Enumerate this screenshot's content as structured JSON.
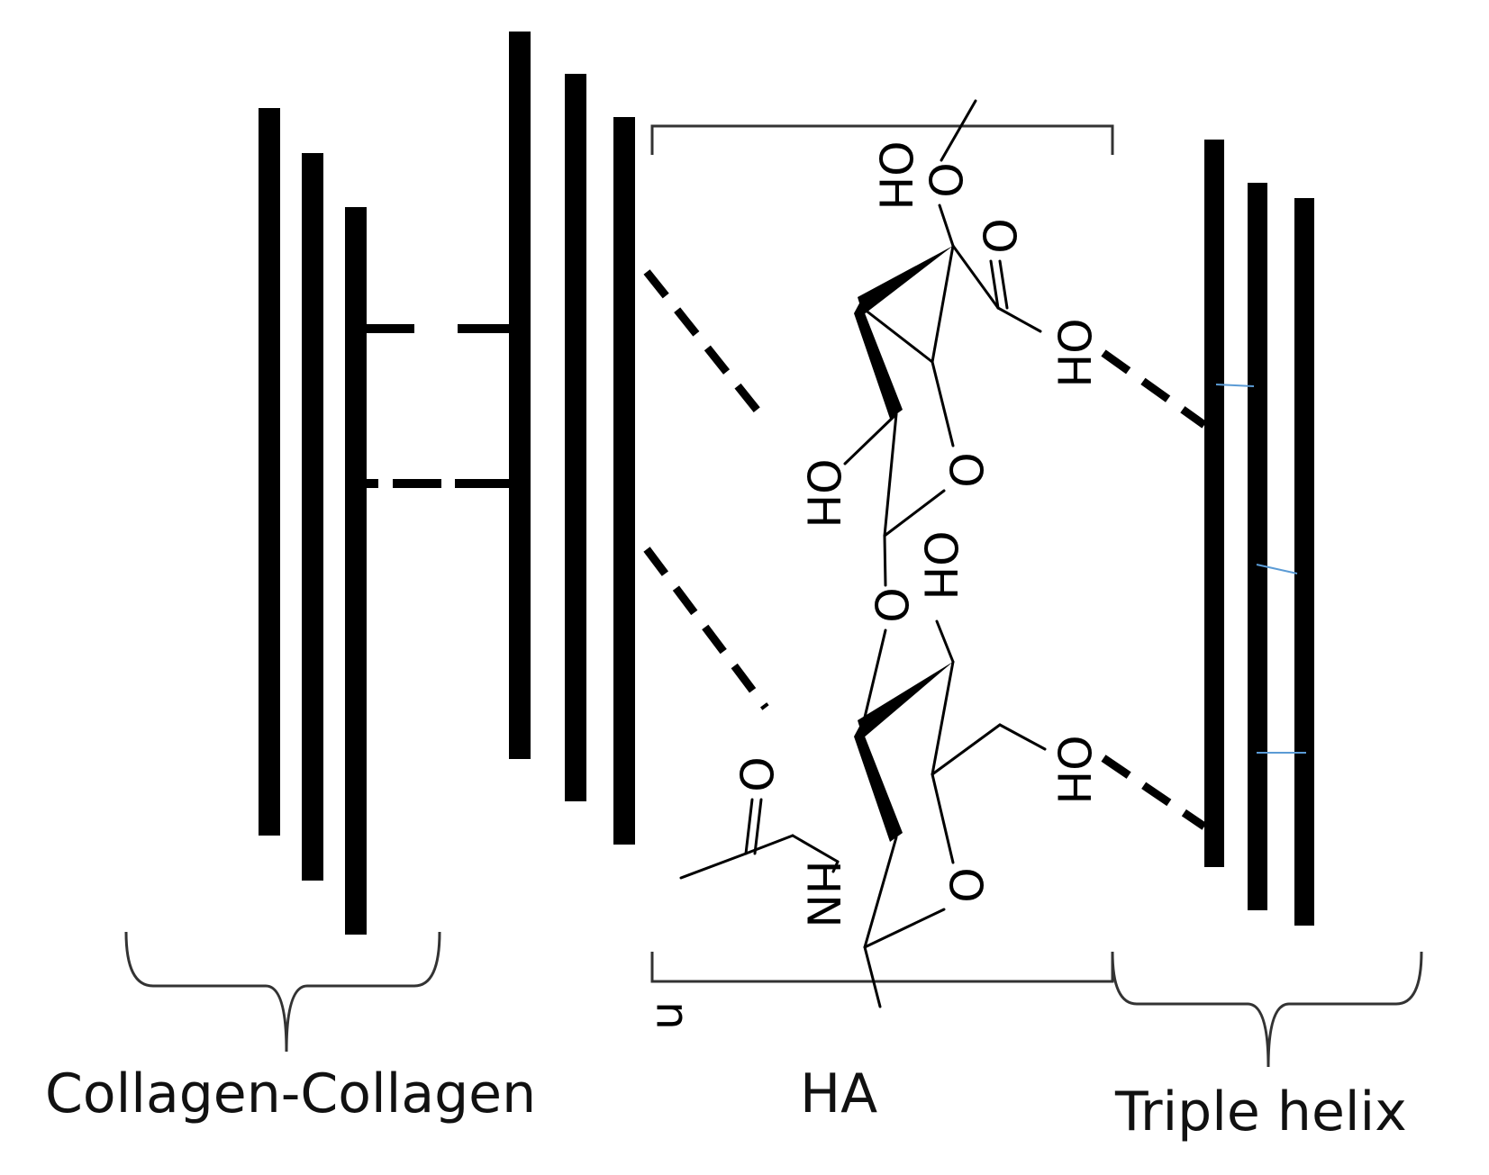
{
  "captions": {
    "collagen_collagen": "Collagen-Collagen",
    "ha": "HA",
    "triple_helix": "Triple helix"
  },
  "molecule": {
    "repeat_subscript": "n",
    "groups": {
      "oh_top": "OH",
      "carbonyl_o_top": "O",
      "cooh_oh": "OH",
      "ring_o_top": "O",
      "oh_left_mid": "OH",
      "glycosidic_o": "O",
      "oh_mid": "OH",
      "ring_o_bottom": "O",
      "ch2oh_oh": "OH",
      "carbonyl_o_amide": "O",
      "amide_nh": "HN",
      "link_o_top": "O"
    }
  },
  "colors": {
    "strand": "#000000",
    "bracket": "#333333",
    "helix_tick": "#5b9bd5"
  }
}
